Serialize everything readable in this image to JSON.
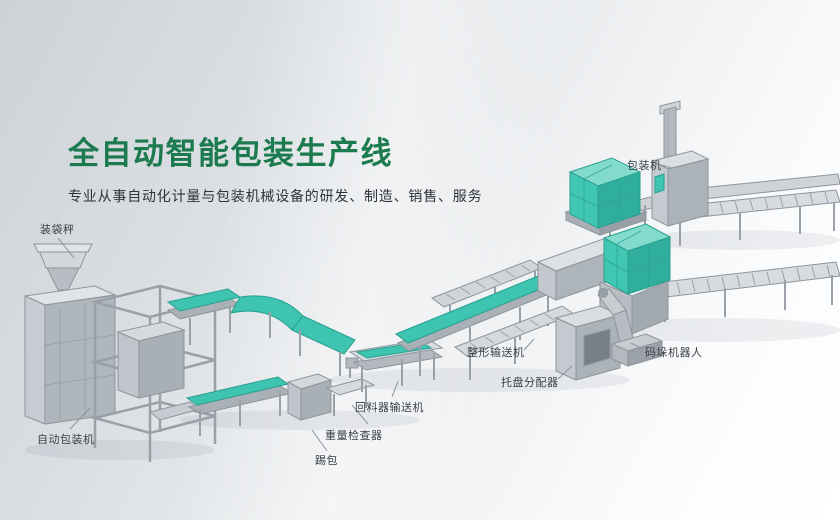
{
  "hero": {
    "title": "全自动智能包装生产线",
    "subtitle": "专业从事自动化计量与包装机械设备的研发、制造、销售、服务"
  },
  "machine_labels": {
    "bagging_scale": "装袋秤",
    "packaging_machine": "包装机",
    "auto_packaging_machine": "自动包装机",
    "kick_bag": "踢包",
    "weight_checker": "重量检查器",
    "return_feeder_conveyor": "回料器输送机",
    "pallet_dispenser": "托盘分配器",
    "shaping_conveyor": "整形输送机",
    "palletizing_robot": "码垛机器人"
  },
  "colors": {
    "title_green": "#1b7a4e",
    "belt_teal": "#3fc4b2",
    "box_teal_front": "#41c6b4",
    "box_teal_top": "#82dbcd",
    "machine_gray_light": "#d8dce0",
    "machine_gray_mid": "#c4cacf",
    "machine_gray_dark": "#abb2b8",
    "label_text": "#3b4046",
    "background_top_left": "#cdd2d7",
    "background_bottom_right": "#ffffff"
  }
}
